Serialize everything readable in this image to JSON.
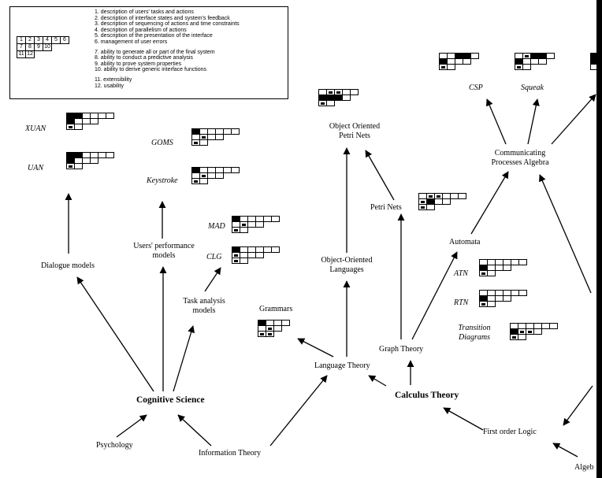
{
  "legend": {
    "items": [
      "1. description of users' tasks and actions",
      "2. description of interface states and system's feedback",
      "3. description of sequencing of actions and time constraints",
      "4. description of parallelism of actions",
      "5. description of the presentation of the interface",
      "6. management of user errors",
      "",
      "7. ability to generate all or part of the final system",
      "8. ability to conduct a predictive analysis",
      "9. ability to prove system properties",
      "10. ability to derive generic interface functions",
      "",
      "11. extensibility",
      "12. usability"
    ],
    "grid_rows": [
      [
        "1",
        "2",
        "3",
        "4",
        "5",
        "6"
      ],
      [
        "7",
        "8",
        "9",
        "10"
      ],
      [
        "11",
        "12"
      ]
    ]
  },
  "nodes": {
    "xuan": "XUAN",
    "uan": "UAN",
    "goms": "GOMS",
    "keystroke": "Keystroke",
    "mad": "MAD",
    "clg": "CLG",
    "dialogue_models": "Dialogue models",
    "users_performance_models": [
      "Users' performance",
      "models"
    ],
    "task_analysis_models": [
      "Task analysis",
      "models"
    ],
    "cognitive_science": "Cognitive Science",
    "psychology": "Psychology",
    "information_theory": "Information Theory",
    "grammars": "Grammars",
    "language_theory": "Language Theory",
    "oo_languages": [
      "Object-Oriented",
      "Languages"
    ],
    "oo_petri_nets": [
      "Object Oriented",
      "Petri Nets"
    ],
    "petri_nets": "Petri Nets",
    "graph_theory": "Graph Theory",
    "calculus_theory": "Calculus Theory",
    "first_order_logic": "First order Logic",
    "algebra": "Algeb",
    "automata": "Automata",
    "atn": "ATN",
    "rtn": "RTN",
    "transition_diagrams": [
      "Transition",
      "Diagrams"
    ],
    "csp": "CSP",
    "squeak": "Squeak",
    "cpa": [
      "Communicating",
      "Processes Algebra"
    ]
  },
  "ratings": {
    "xuan": [
      [
        "f",
        "f",
        "",
        "",
        "",
        ""
      ],
      [
        "f",
        "",
        "",
        ""
      ],
      [
        "h",
        ""
      ]
    ],
    "uan": [
      [
        "f",
        "f",
        "",
        "",
        "",
        ""
      ],
      [
        "f",
        "",
        "",
        ""
      ],
      [
        "h",
        ""
      ]
    ],
    "goms": [
      [
        "f",
        "",
        "",
        "",
        "",
        ""
      ],
      [
        "",
        "h",
        "",
        ""
      ],
      [
        "h",
        ""
      ]
    ],
    "keystroke": [
      [
        "f",
        "",
        "",
        "",
        "",
        ""
      ],
      [
        "",
        "h",
        "",
        ""
      ],
      [
        "h",
        ""
      ]
    ],
    "mad": [
      [
        "f",
        "",
        "",
        "",
        "",
        ""
      ],
      [
        "",
        "h",
        "",
        ""
      ],
      [
        "h",
        ""
      ]
    ],
    "clg": [
      [
        "f",
        "",
        "",
        "",
        "",
        ""
      ],
      [
        "h",
        "",
        "",
        ""
      ],
      [
        "h",
        ""
      ]
    ],
    "oo_petri_nets": [
      [
        "",
        "h",
        "h",
        "",
        ""
      ],
      [
        "f",
        "f",
        "f",
        ""
      ],
      [
        "h",
        ""
      ]
    ],
    "grammars": [
      [
        "f",
        "",
        "",
        ""
      ],
      [
        "",
        "h",
        ""
      ],
      [
        "h",
        "h"
      ]
    ],
    "petri_nets": [
      [
        "",
        "h",
        "h",
        "",
        "",
        ""
      ],
      [
        "h",
        "f",
        "",
        ""
      ],
      [
        "h",
        ""
      ]
    ],
    "atn": [
      [
        "",
        "",
        "",
        "",
        "",
        ""
      ],
      [
        "f",
        "",
        "",
        ""
      ],
      [
        "h",
        ""
      ]
    ],
    "rtn": [
      [
        "",
        "",
        "",
        "",
        "",
        ""
      ],
      [
        "f",
        "",
        "",
        ""
      ],
      [
        "h",
        ""
      ]
    ],
    "transition_diagrams": [
      [
        "",
        "",
        "",
        "",
        "",
        ""
      ],
      [
        "f",
        "h",
        "h",
        ""
      ],
      [
        "h",
        ""
      ]
    ],
    "csp": [
      [
        "",
        "",
        "f",
        "f",
        ""
      ],
      [
        "f",
        "",
        "",
        ""
      ],
      [
        "h",
        ""
      ]
    ],
    "squeak": [
      [
        "",
        "h",
        "f",
        "f",
        ""
      ],
      [
        "f",
        "",
        "",
        ""
      ],
      [
        "h",
        ""
      ]
    ],
    "third_right": [
      [
        "f"
      ],
      [
        "f"
      ],
      [
        ""
      ]
    ]
  }
}
